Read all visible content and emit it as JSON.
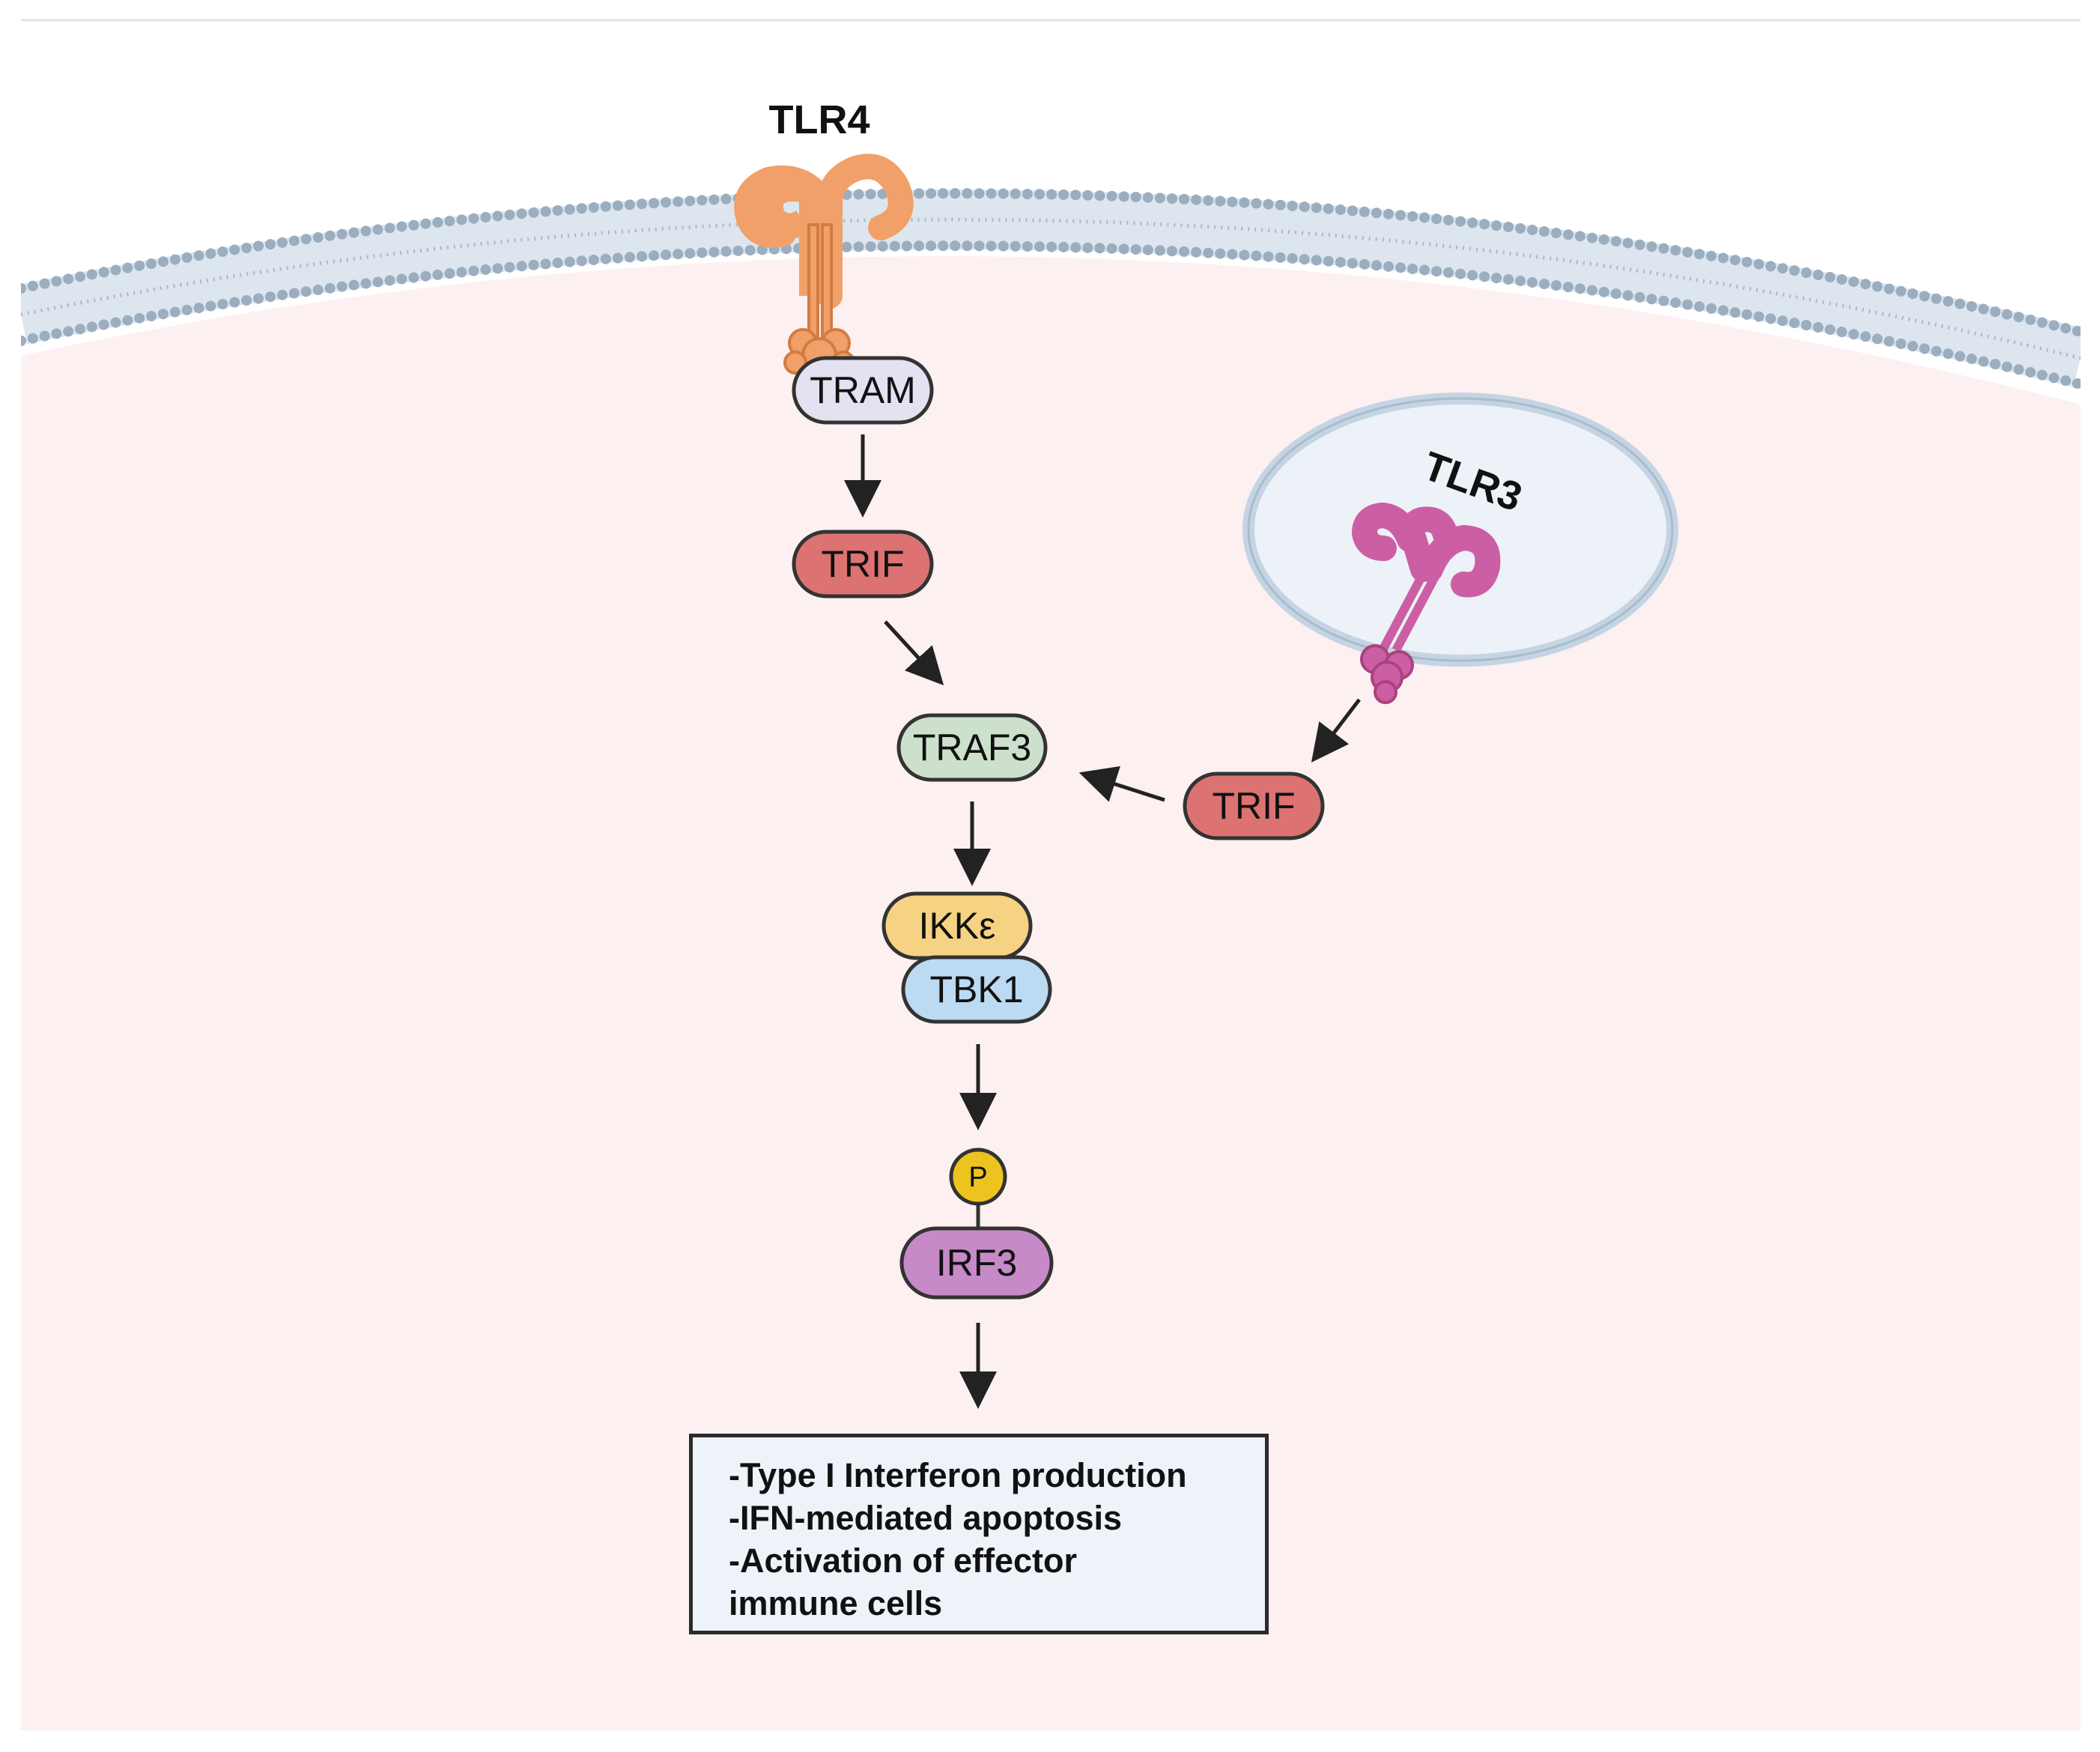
{
  "receptors": {
    "tlr4": "TLR4",
    "tlr3": "TLR3"
  },
  "nodes": {
    "tram": "TRAM",
    "trif_left": "TRIF",
    "traf3": "TRAF3",
    "trif_right": "TRIF",
    "ikke": "IKKε",
    "tbk1": "TBK1",
    "phosphate": "P",
    "irf3": "IRF3"
  },
  "outcomes": [
    "-Type I Interferon production",
    "-IFN-mediated apoptosis",
    "-Activation of effector",
    "immune cells"
  ],
  "colors": {
    "cytoplasm": "#fcf0f0",
    "membrane": "#9aaebf",
    "tlr4": "#f0a068",
    "tlr3": "#cc5ea4",
    "tram": "#e5e1f0",
    "trif": "#dc7272",
    "traf3": "#cde0cc",
    "ikke": "#f6d382",
    "tbk1": "#bcdaf2",
    "phosphate": "#edc41f",
    "irf3": "#c68ac8",
    "endosome": "#edf2f8",
    "outcome_box": "#eef3fa"
  }
}
